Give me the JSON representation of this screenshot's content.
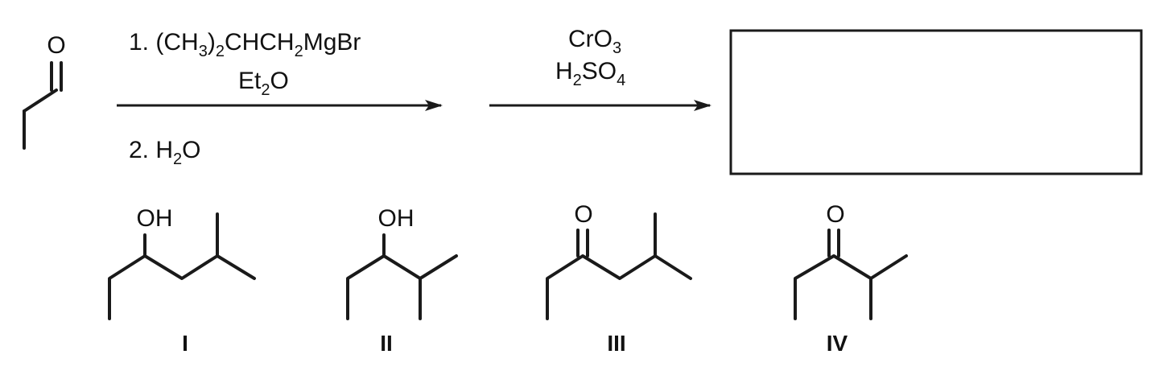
{
  "starting_material": {
    "carbonyl_atom": "O"
  },
  "step1": {
    "reagent_1": {
      "prefix": "1. (CH",
      "s1": "3",
      "mid1": ")",
      "s2": "2",
      "mid2": "CHCH",
      "s3": "2",
      "end": "MgBr"
    },
    "solvent": {
      "pre": "Et",
      "sub": "2",
      "post": "O"
    },
    "reagent_2": {
      "pre": "2. H",
      "sub": "2",
      "post": "O"
    }
  },
  "step2": {
    "oxidant": {
      "pre": "CrO",
      "sub": "3"
    },
    "acid": {
      "pre": "H",
      "sub1": "2",
      "mid": "SO",
      "sub2": "4"
    }
  },
  "answer_box": {
    "value": ""
  },
  "choices": [
    {
      "label": "I",
      "heteroatom": "OH"
    },
    {
      "label": "II",
      "heteroatom": "OH"
    },
    {
      "label": "III",
      "heteroatom": "O"
    },
    {
      "label": "IV",
      "heteroatom": "O"
    }
  ],
  "colors": {
    "ink": "#1a1a1a",
    "background": "#ffffff"
  }
}
